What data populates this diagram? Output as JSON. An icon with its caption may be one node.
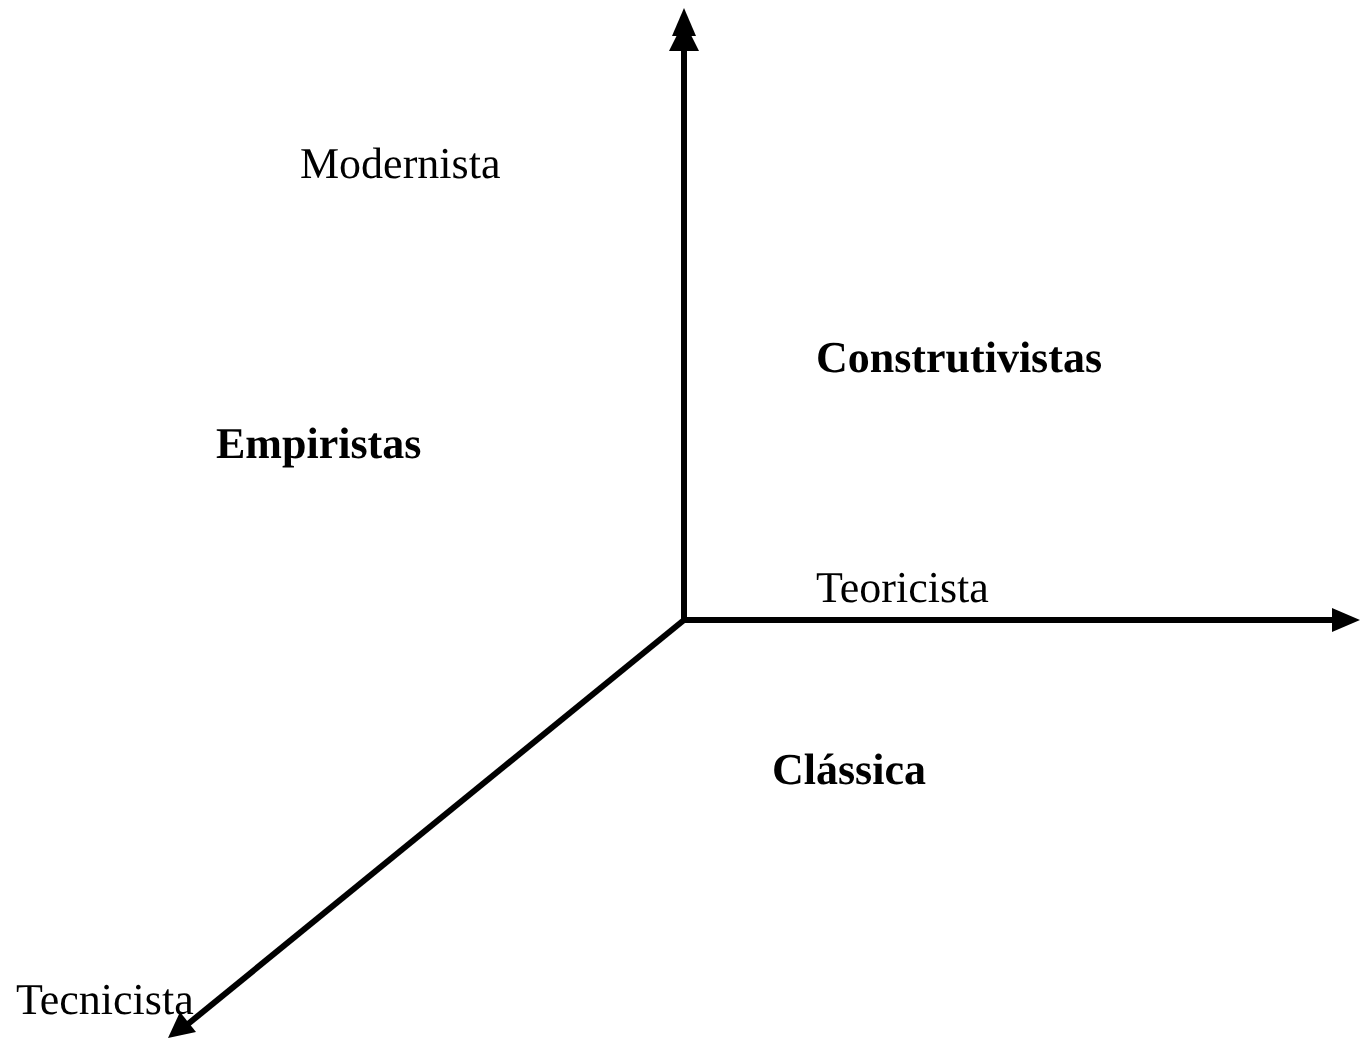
{
  "diagram": {
    "labels": [
      "Modernista",
      "Construtivistas",
      "Empiristas",
      "Teoricista",
      "Clássica",
      "Tecnicista"
    ]
  }
}
